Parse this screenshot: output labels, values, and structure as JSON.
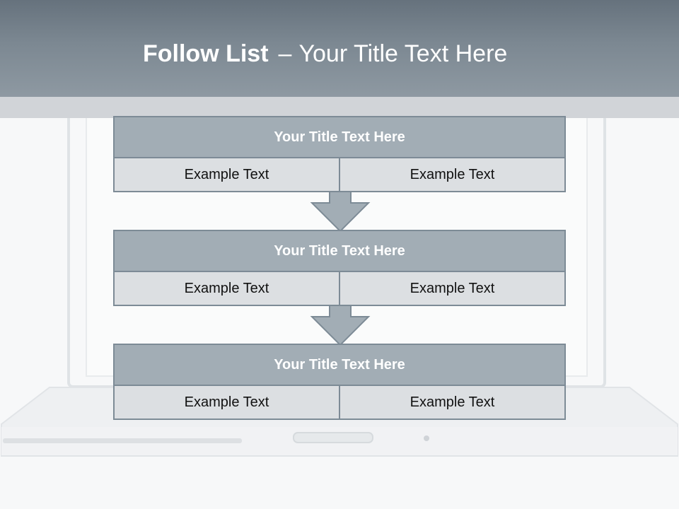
{
  "title": {
    "bold": "Follow List",
    "dash": "–",
    "rest": "Your Title Text Here"
  },
  "colors": {
    "header": "#7c8892",
    "box_title": "#a2adb5",
    "box_cell": "#dcdfe2",
    "border": "#7d8b96"
  },
  "steps": [
    {
      "title": "Your Title Text Here",
      "left": "Example Text",
      "right": "Example Text"
    },
    {
      "title": "Your Title Text Here",
      "left": "Example Text",
      "right": "Example Text"
    },
    {
      "title": "Your Title Text Here",
      "left": "Example Text",
      "right": "Example Text"
    }
  ]
}
